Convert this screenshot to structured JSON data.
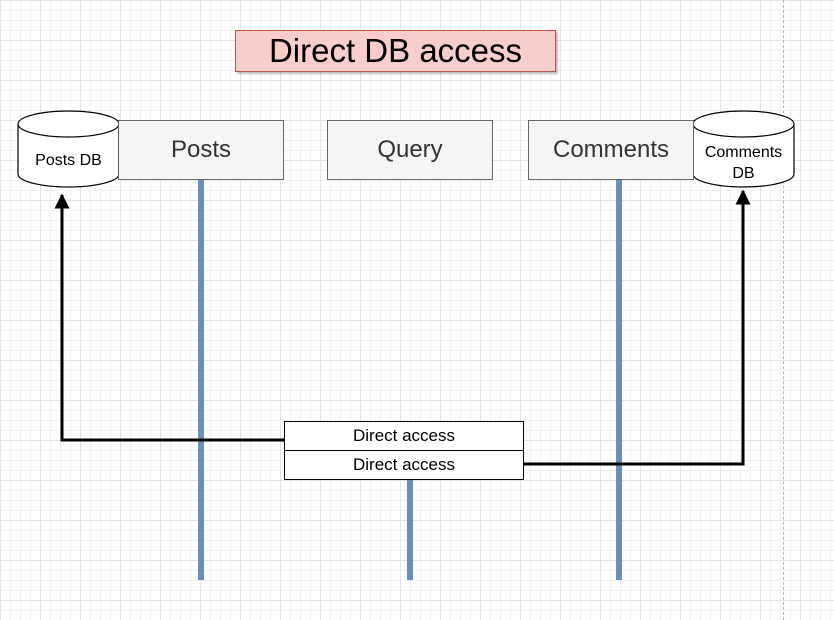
{
  "title": "Direct DB access",
  "services": {
    "posts": "Posts",
    "query": "Query",
    "comments": "Comments"
  },
  "databases": {
    "posts_db": "Posts DB",
    "comments_db_line1": "Comments",
    "comments_db_line2": "DB"
  },
  "access": {
    "posts_label": "Direct access",
    "comments_label": "Direct access"
  },
  "colors": {
    "title_fill": "#f8cecc",
    "title_border": "#b85450",
    "service_fill": "#f5f5f5",
    "lifeline": "#6c8ebf"
  }
}
